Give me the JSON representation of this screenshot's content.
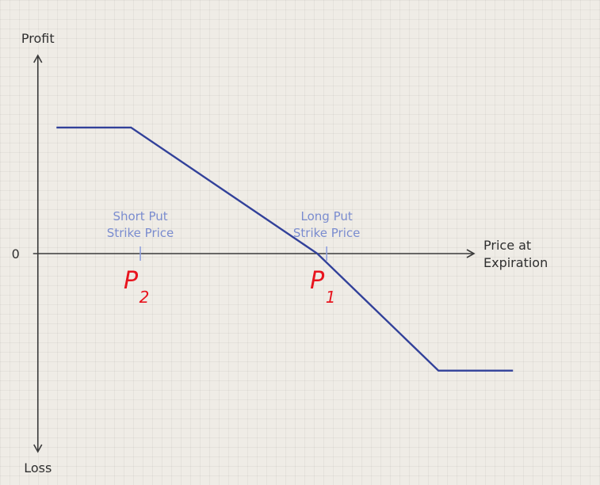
{
  "chart_data": {
    "type": "line",
    "title": "",
    "y_axis": {
      "top_label": "Profit",
      "bottom_label": "Loss",
      "zero_label": "0"
    },
    "x_axis": {
      "label_line1": "Price at",
      "label_line2": "Expiration"
    },
    "series": [
      {
        "x": [
          0.2,
          1.0,
          3.0,
          4.3,
          5.1
        ],
        "y": [
          1.4,
          1.4,
          0.0,
          -1.3,
          -1.3
        ]
      }
    ],
    "xlim": [
      -0.1,
      5.6
    ],
    "ylim": [
      -2.2,
      2.2
    ],
    "strikes": [
      {
        "x": 1.1,
        "label_line1": "Short Put",
        "label_line2": "Strike Price",
        "handwritten": "P",
        "handwritten_sub": "2"
      },
      {
        "x": 3.1,
        "label_line1": "Long Put",
        "label_line2": "Strike Price",
        "handwritten": "P",
        "handwritten_sub": "1"
      }
    ],
    "colors": {
      "payoff_line": "#32419a",
      "axes": "#3b3b3b",
      "strike": "#8fa0de",
      "annotation": "#e8141e"
    }
  }
}
